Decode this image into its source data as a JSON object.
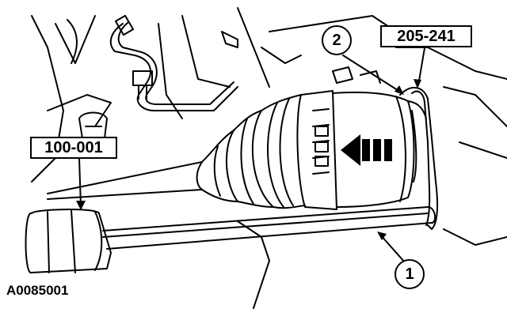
{
  "labels": {
    "tool_special_1": "205-241",
    "tool_special_2": "100-001",
    "callout_1": "1",
    "callout_2": "2",
    "figure_id": "A0085001"
  },
  "colors": {
    "ink": "#000000",
    "paper": "#ffffff"
  }
}
